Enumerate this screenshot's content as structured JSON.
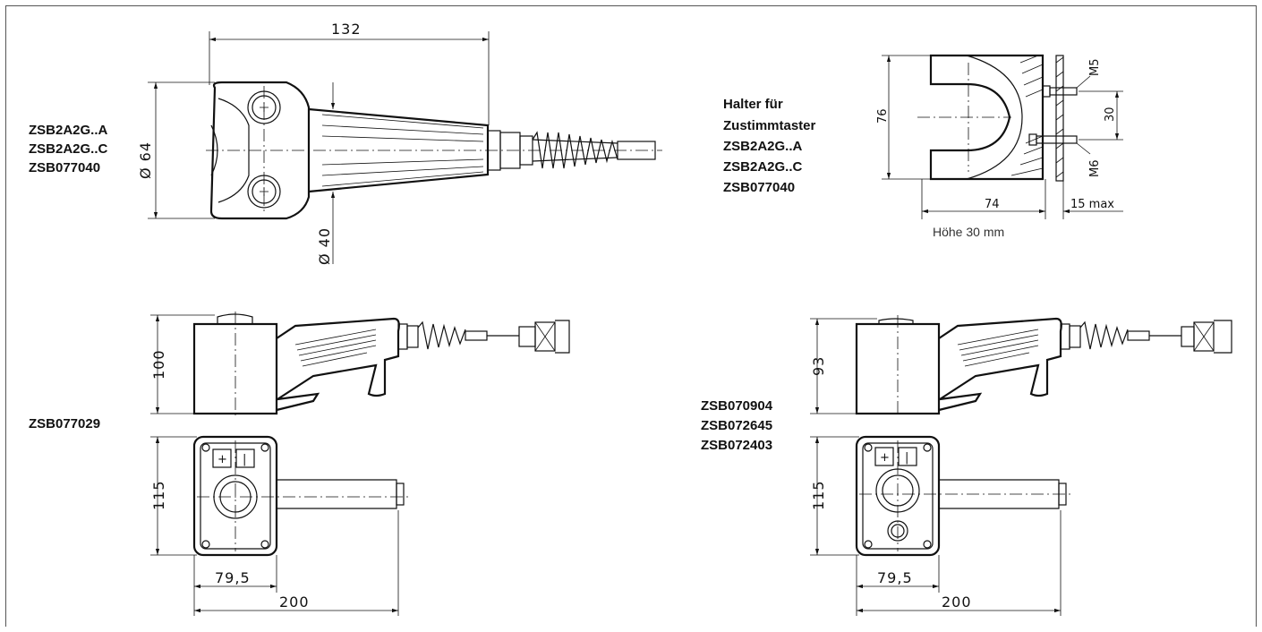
{
  "views": {
    "top_left": {
      "labels": [
        "ZSB2A2G..A",
        "ZSB2A2G..C",
        "ZSB077040"
      ],
      "dim_length": "132",
      "dim_diameter_grip": "Ø 64",
      "dim_diameter_body": "Ø 40"
    },
    "holder": {
      "labels": [
        "Halter für",
        "Zustimmtaster",
        "ZSB2A2G..A",
        "ZSB2A2G..C",
        "ZSB077040"
      ],
      "dim_height": "76",
      "dim_width": "74",
      "dim_spacing": "30",
      "dim_max": "15 max",
      "screw_top": "M5",
      "screw_bottom": "M6",
      "note": "Höhe 30 mm"
    },
    "bottom_left": {
      "labels": [
        "ZSB077029"
      ],
      "dim_height_side": "100",
      "dim_height_top": "115",
      "dim_width_small": "79,5",
      "dim_width_total": "200"
    },
    "bottom_right": {
      "labels": [
        "ZSB070904",
        "ZSB072645",
        "ZSB072403"
      ],
      "dim_height_side": "93",
      "dim_height_top": "115",
      "dim_width_small": "79,5",
      "dim_width_total": "200"
    }
  }
}
